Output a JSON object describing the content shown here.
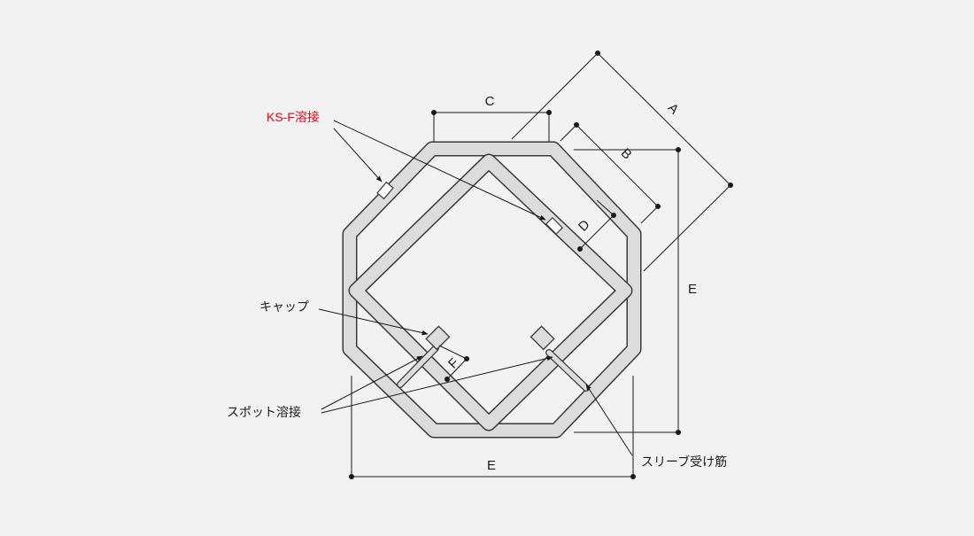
{
  "labels": {
    "ks_f_weld": "KS-F溶接",
    "cap": "キャップ",
    "spot_weld": "スポット溶接",
    "sleeve_bar": "スリーブ受け筋"
  },
  "dimensions": {
    "a": "A",
    "b": "B",
    "c": "C",
    "d": "D",
    "e_bottom": "E",
    "e_right": "E",
    "f": "F"
  },
  "colors": {
    "background": "#f2f2f2",
    "bar_outline": "#3a3a3a",
    "bar_fill": "#dcdcdc",
    "line": "#1a1a1a",
    "highlight_label": "#e60012"
  }
}
